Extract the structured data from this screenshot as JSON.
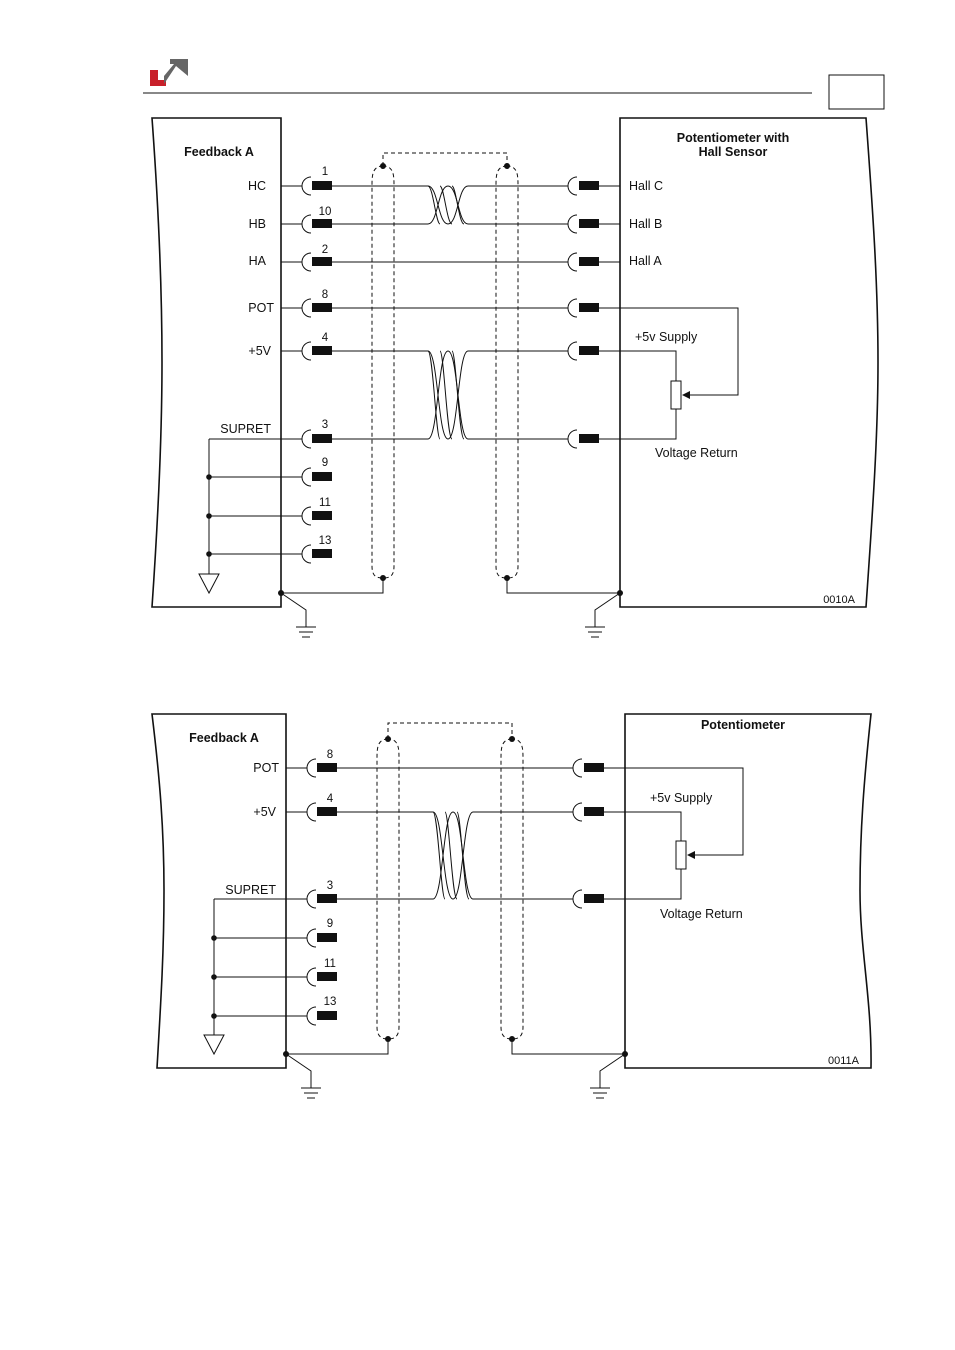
{
  "header": {
    "page_number": ""
  },
  "diagram1": {
    "left_title": "Feedback A",
    "right_title_line1": "Potentiometer with",
    "right_title_line2": "Hall Sensor",
    "code": "0010A",
    "pins": [
      {
        "num": "1",
        "left": "HC",
        "right": "Hall C"
      },
      {
        "num": "10",
        "left": "HB",
        "right": "Hall B"
      },
      {
        "num": "2",
        "left": "HA",
        "right": "Hall A"
      },
      {
        "num": "8",
        "left": "POT",
        "right": ""
      },
      {
        "num": "4",
        "left": "+5V",
        "right": "+5v Supply"
      },
      {
        "num": "3",
        "left": "SUPRET",
        "right": "Voltage Return"
      },
      {
        "num": "9",
        "left": "",
        "right": ""
      },
      {
        "num": "11",
        "left": "",
        "right": ""
      },
      {
        "num": "13",
        "left": "",
        "right": ""
      }
    ]
  },
  "diagram2": {
    "left_title": "Feedback A",
    "right_title": "Potentiometer",
    "code": "0011A",
    "pins": [
      {
        "num": "8",
        "left": "POT",
        "right": ""
      },
      {
        "num": "4",
        "left": "+5V",
        "right": "+5v Supply"
      },
      {
        "num": "3",
        "left": "SUPRET",
        "right": "Voltage Return"
      },
      {
        "num": "9",
        "left": "",
        "right": ""
      },
      {
        "num": "11",
        "left": "",
        "right": ""
      },
      {
        "num": "13",
        "left": "",
        "right": ""
      }
    ]
  }
}
